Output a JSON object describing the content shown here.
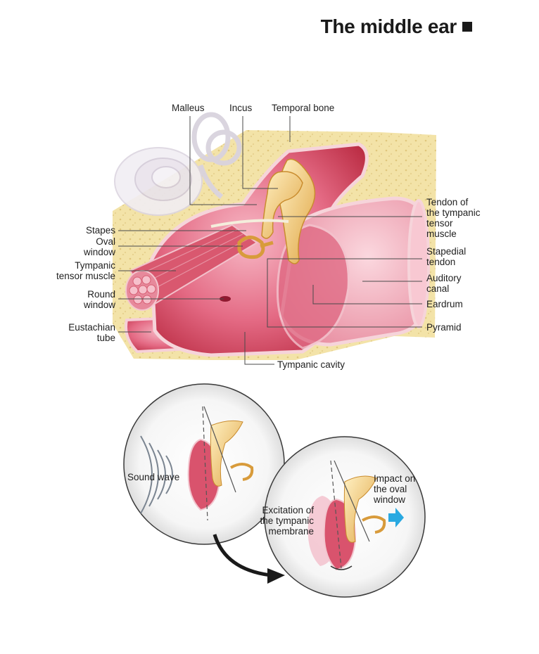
{
  "title": "The middle ear",
  "labels": {
    "malleus": "Malleus",
    "incus": "Incus",
    "temporal_bone": "Temporal bone",
    "stapes": "Stapes",
    "oval_window": [
      "Oval",
      "window"
    ],
    "tympanic_tensor_muscle": [
      "Tympanic",
      "tensor muscle"
    ],
    "round_window": [
      "Round",
      "window"
    ],
    "eustachian_tube": [
      "Eustachian",
      "tube"
    ],
    "tendon_tympanic_tensor": [
      "Tendon of",
      "the tympanic",
      "tensor",
      "muscle"
    ],
    "stapedial_tendon": [
      "Stapedial",
      "tendon"
    ],
    "auditory_canal": [
      "Auditory",
      "canal"
    ],
    "eardrum": "Eardrum",
    "pyramid": "Pyramid",
    "tympanic_cavity": "Tympanic cavity"
  },
  "inset_labels": {
    "sound_wave": "Sound wave",
    "excitation": [
      "Excitation of",
      "the tympanic",
      "membrane"
    ],
    "impact": [
      "Impact on",
      "the oval",
      "window"
    ]
  },
  "colors": {
    "bone": "#f1dfa2",
    "tissue": "#cc3a55",
    "tissue_light": "#f4b6c3",
    "ossicle": "#f0c56a",
    "arrow": "#29a9e1"
  }
}
